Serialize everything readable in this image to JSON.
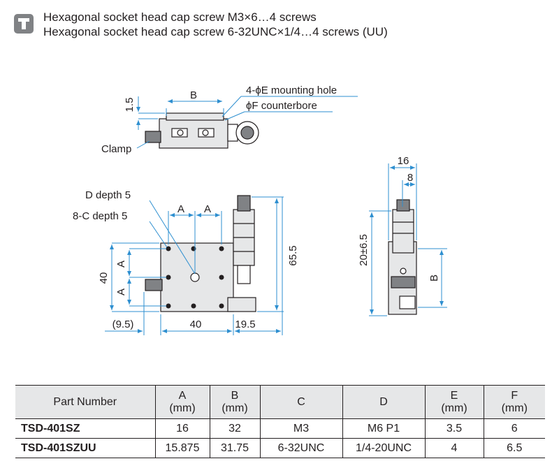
{
  "note": {
    "icon": "screw-icon",
    "lines": [
      "Hexagonal socket head cap screw M3×6…4 screws",
      "Hexagonal socket head cap screw 6-32UNC×1/4…4 screws (UU)"
    ]
  },
  "drawing": {
    "top_view": {
      "dim_b": "B",
      "dim_height": "1.5",
      "callout_mounting": "4-ϕE mounting hole",
      "callout_counterbore": "ϕF counterbore",
      "callout_clamp": "Clamp"
    },
    "front_view": {
      "callout_d": "D depth 5",
      "callout_c": "8-C depth 5",
      "dim_a_top_1": "A",
      "dim_a_top_2": "A",
      "dim_a_left_1": "A",
      "dim_a_left_2": "A",
      "dim_40_left": "40",
      "dim_40_bottom": "40",
      "dim_offset": "(9.5)",
      "dim_19_5": "19.5",
      "dim_65_5": "65.5"
    },
    "side_view": {
      "dim_16": "16",
      "dim_8": "8",
      "dim_travel": "20±6.5",
      "dim_b": "B"
    }
  },
  "spec_table": {
    "headers": [
      {
        "label": "Part Number",
        "unit": ""
      },
      {
        "label": "A",
        "unit": "(mm)"
      },
      {
        "label": "B",
        "unit": "(mm)"
      },
      {
        "label": "C",
        "unit": ""
      },
      {
        "label": "D",
        "unit": ""
      },
      {
        "label": "E",
        "unit": "(mm)"
      },
      {
        "label": "F",
        "unit": "(mm)"
      }
    ],
    "rows": [
      [
        "TSD-401SZ",
        "16",
        "32",
        "M3",
        "M6 P1",
        "3.5",
        "6"
      ],
      [
        "TSD-401SZUU",
        "15.875",
        "31.75",
        "6-32UNC",
        "1/4-20UNC",
        "4",
        "6.5"
      ]
    ]
  },
  "colors": {
    "line": "#231f20",
    "dimension": "#2e8fd0",
    "fill": "#e6e7e8",
    "dark_fill": "#808285"
  }
}
